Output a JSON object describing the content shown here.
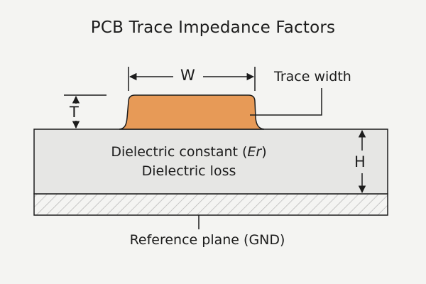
{
  "title": "PCB Trace Impedance Factors",
  "labels": {
    "width_symbol": "W",
    "trace_width": "Trace width",
    "thickness_symbol": "T",
    "height_symbol": "H",
    "dielectric_constant_prefix": "Dielectric constant (",
    "dielectric_constant_symbol": "Er",
    "dielectric_constant_suffix": ")",
    "dielectric_loss": "Dielectric loss",
    "reference_plane": "Reference plane (GND)"
  },
  "colors": {
    "background": "#f4f4f2",
    "trace": "#e79a57",
    "dielectric": "#e6e6e4",
    "ground_hatch": "#b3b3b3",
    "line": "#1c1c1c"
  }
}
